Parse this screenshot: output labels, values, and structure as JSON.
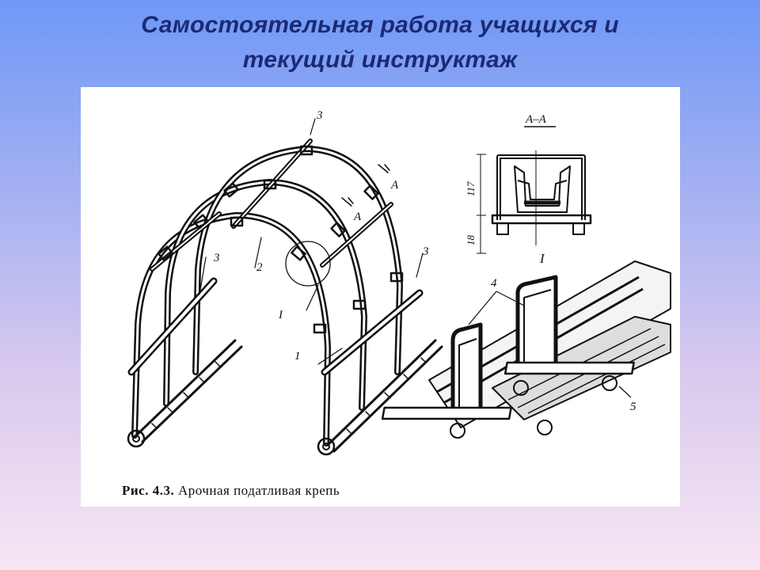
{
  "slide": {
    "title_line1": "Самостоятельная работа учащихся и",
    "title_line2": "текущий инструктаж"
  },
  "figure": {
    "caption_lead": "Рис. 4.3.",
    "caption_text": "Арочная податливая крепь",
    "labels": {
      "section": "А–А",
      "cut_mark": "А",
      "detail": "I",
      "part1": "1",
      "part2": "2",
      "part3": "3",
      "part4": "4",
      "part5": "5",
      "dim_height": "117",
      "dim_base": "18"
    }
  }
}
